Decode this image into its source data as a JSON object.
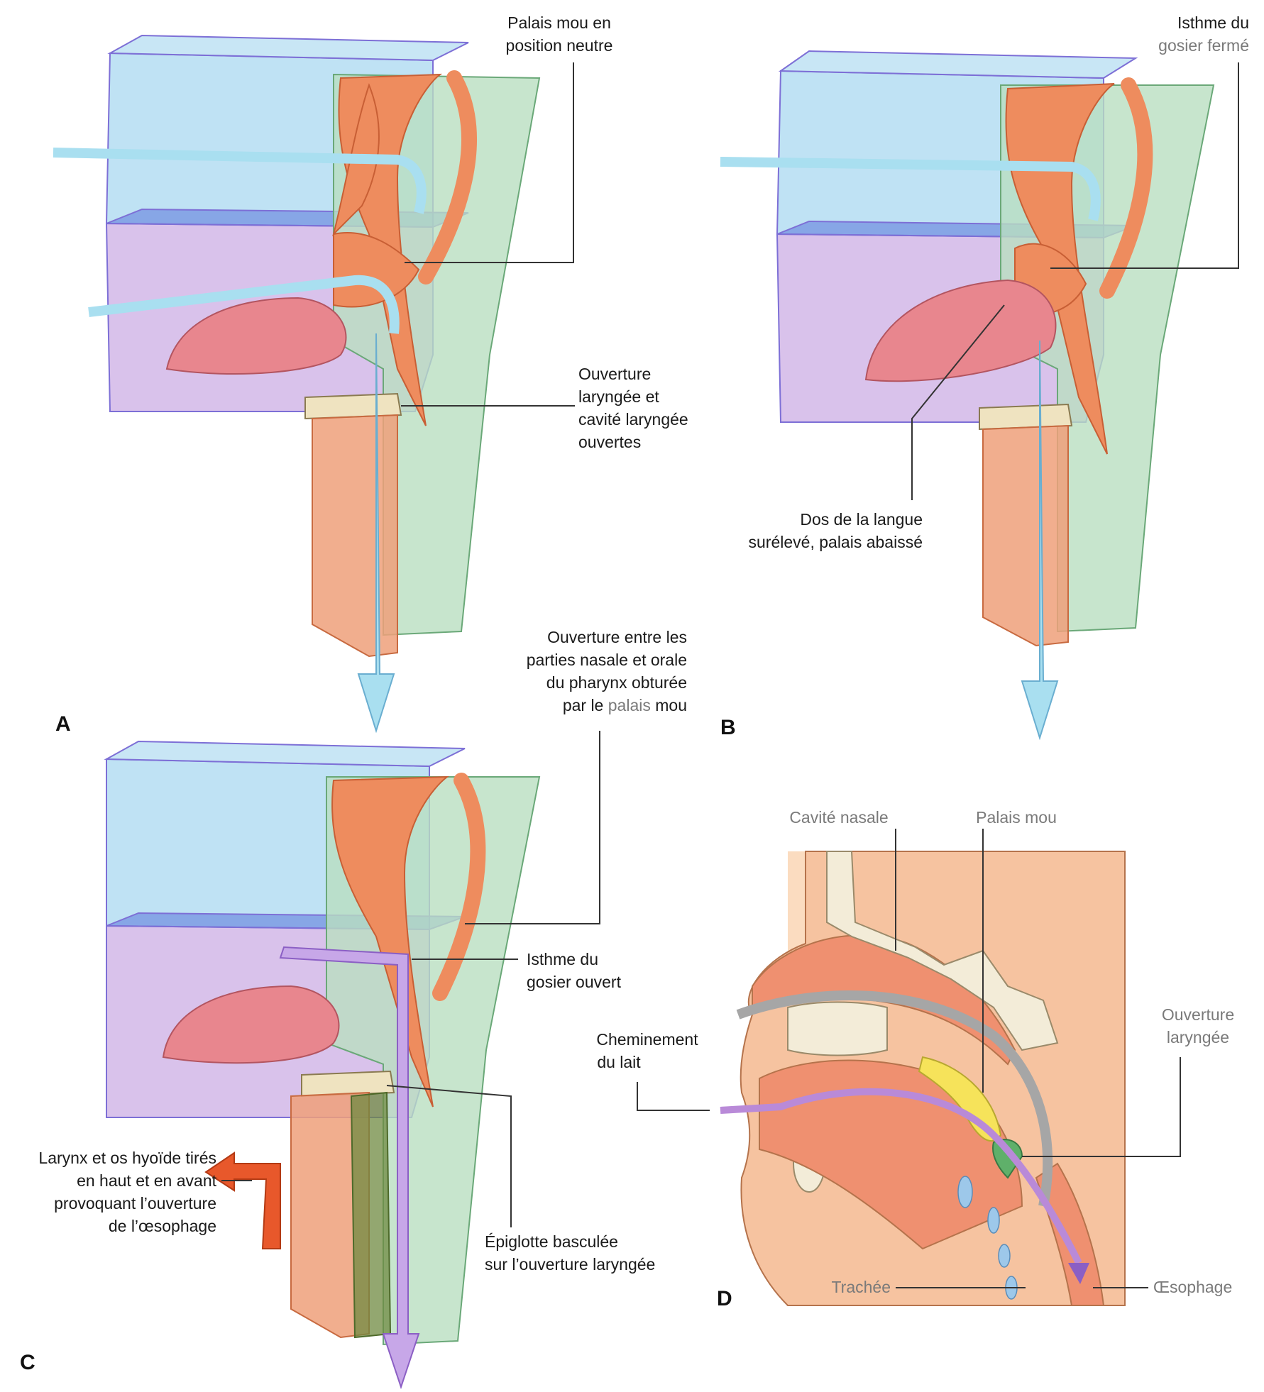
{
  "panels": {
    "a": {
      "letter": "A",
      "soft_palate_label_l1": "Palais mou en",
      "soft_palate_label_l2": "position neutre",
      "laryngeal_label_l1": "Ouverture",
      "laryngeal_label_l2": "laryngée et",
      "laryngeal_label_l3": "cavité laryngée",
      "laryngeal_label_l4": "ouvertes"
    },
    "b": {
      "letter": "B",
      "isthmus_label_l1": "Isthme du",
      "isthmus_label_l2": "gosier fermé",
      "tongue_label_l1": "Dos de la langue",
      "tongue_label_l2": "surélevé, palais abaissé"
    },
    "c": {
      "letter": "C",
      "opening_label_l1": "Ouverture entre les",
      "opening_label_l2": "parties nasale et orale",
      "opening_label_l3": "du pharynx obturée",
      "opening_label_l4_pre": "par le ",
      "opening_label_l4_grey": "palais",
      "opening_label_l4_post": " mou",
      "isthmus_open_l1": "Isthme du",
      "isthmus_open_l2": "gosier ouvert",
      "larynx_label_l1": "Larynx et os hyoïde tirés",
      "larynx_label_l2": "en haut et en avant",
      "larynx_label_l3": "provoquant l’ouverture",
      "larynx_label_l4": "de l’œsophage",
      "epiglottis_l1": "Épiglotte basculée",
      "epiglottis_l2": "sur l’ouverture laryngée"
    },
    "d": {
      "letter": "D",
      "nasal_cavity": "Cavité nasale",
      "soft_palate": "Palais mou",
      "laryngeal_opening_l1": "Ouverture",
      "laryngeal_opening_l2": "laryngée",
      "milk_path_l1": "Cheminement",
      "milk_path_l2": "du lait",
      "trachea": "Trachée",
      "esophagus": "Œsophage"
    }
  }
}
